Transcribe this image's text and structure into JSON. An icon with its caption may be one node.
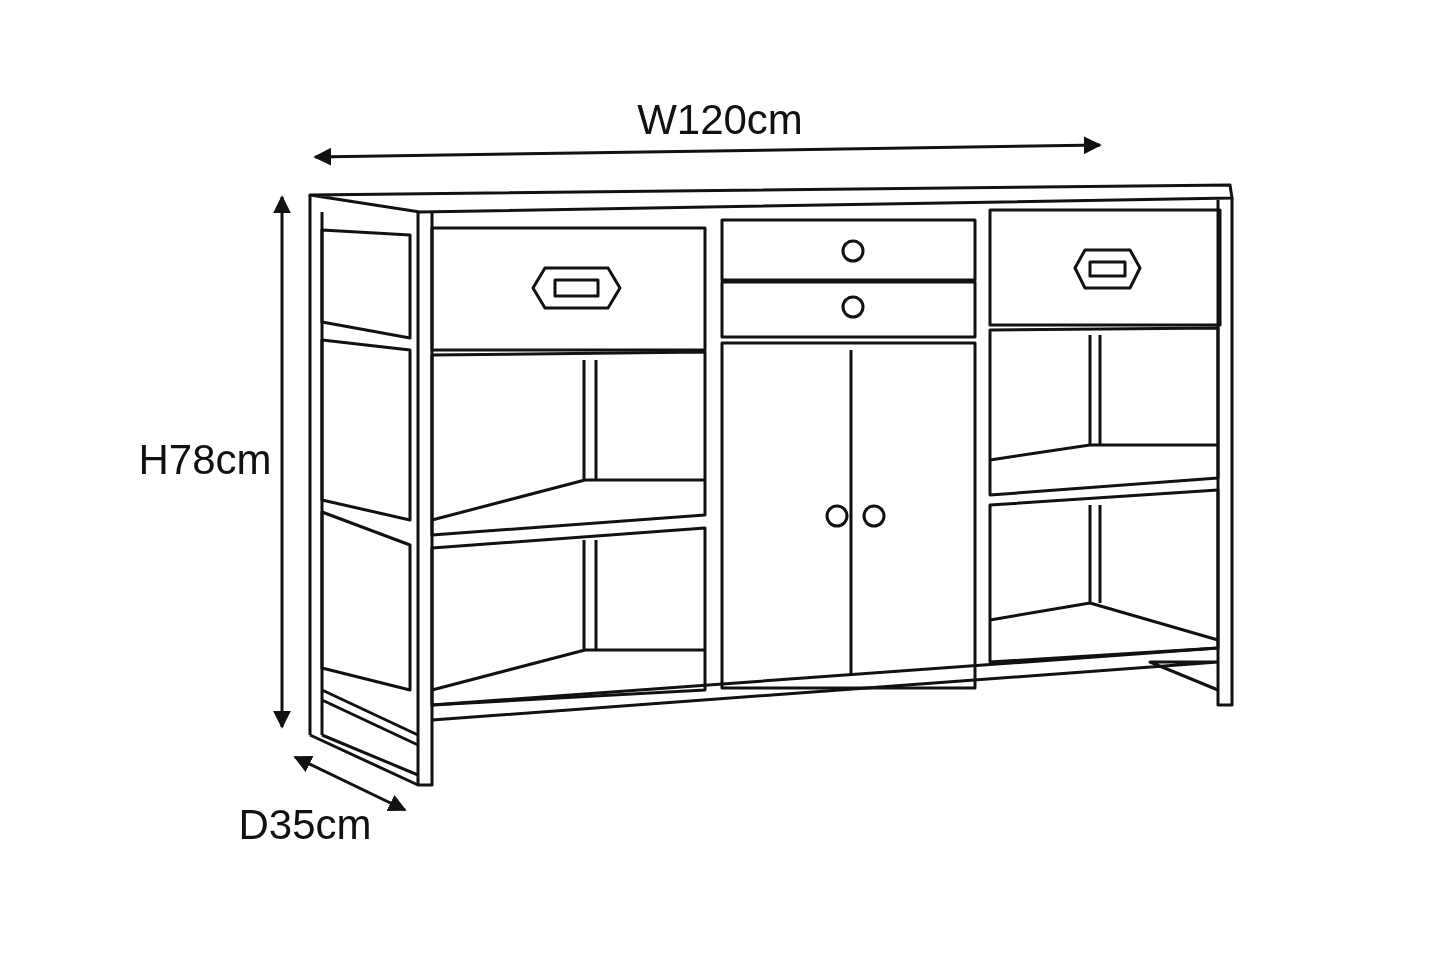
{
  "diagram": {
    "labels": [
      "W120cm",
      "H78cm",
      "D35cm"
    ]
  }
}
